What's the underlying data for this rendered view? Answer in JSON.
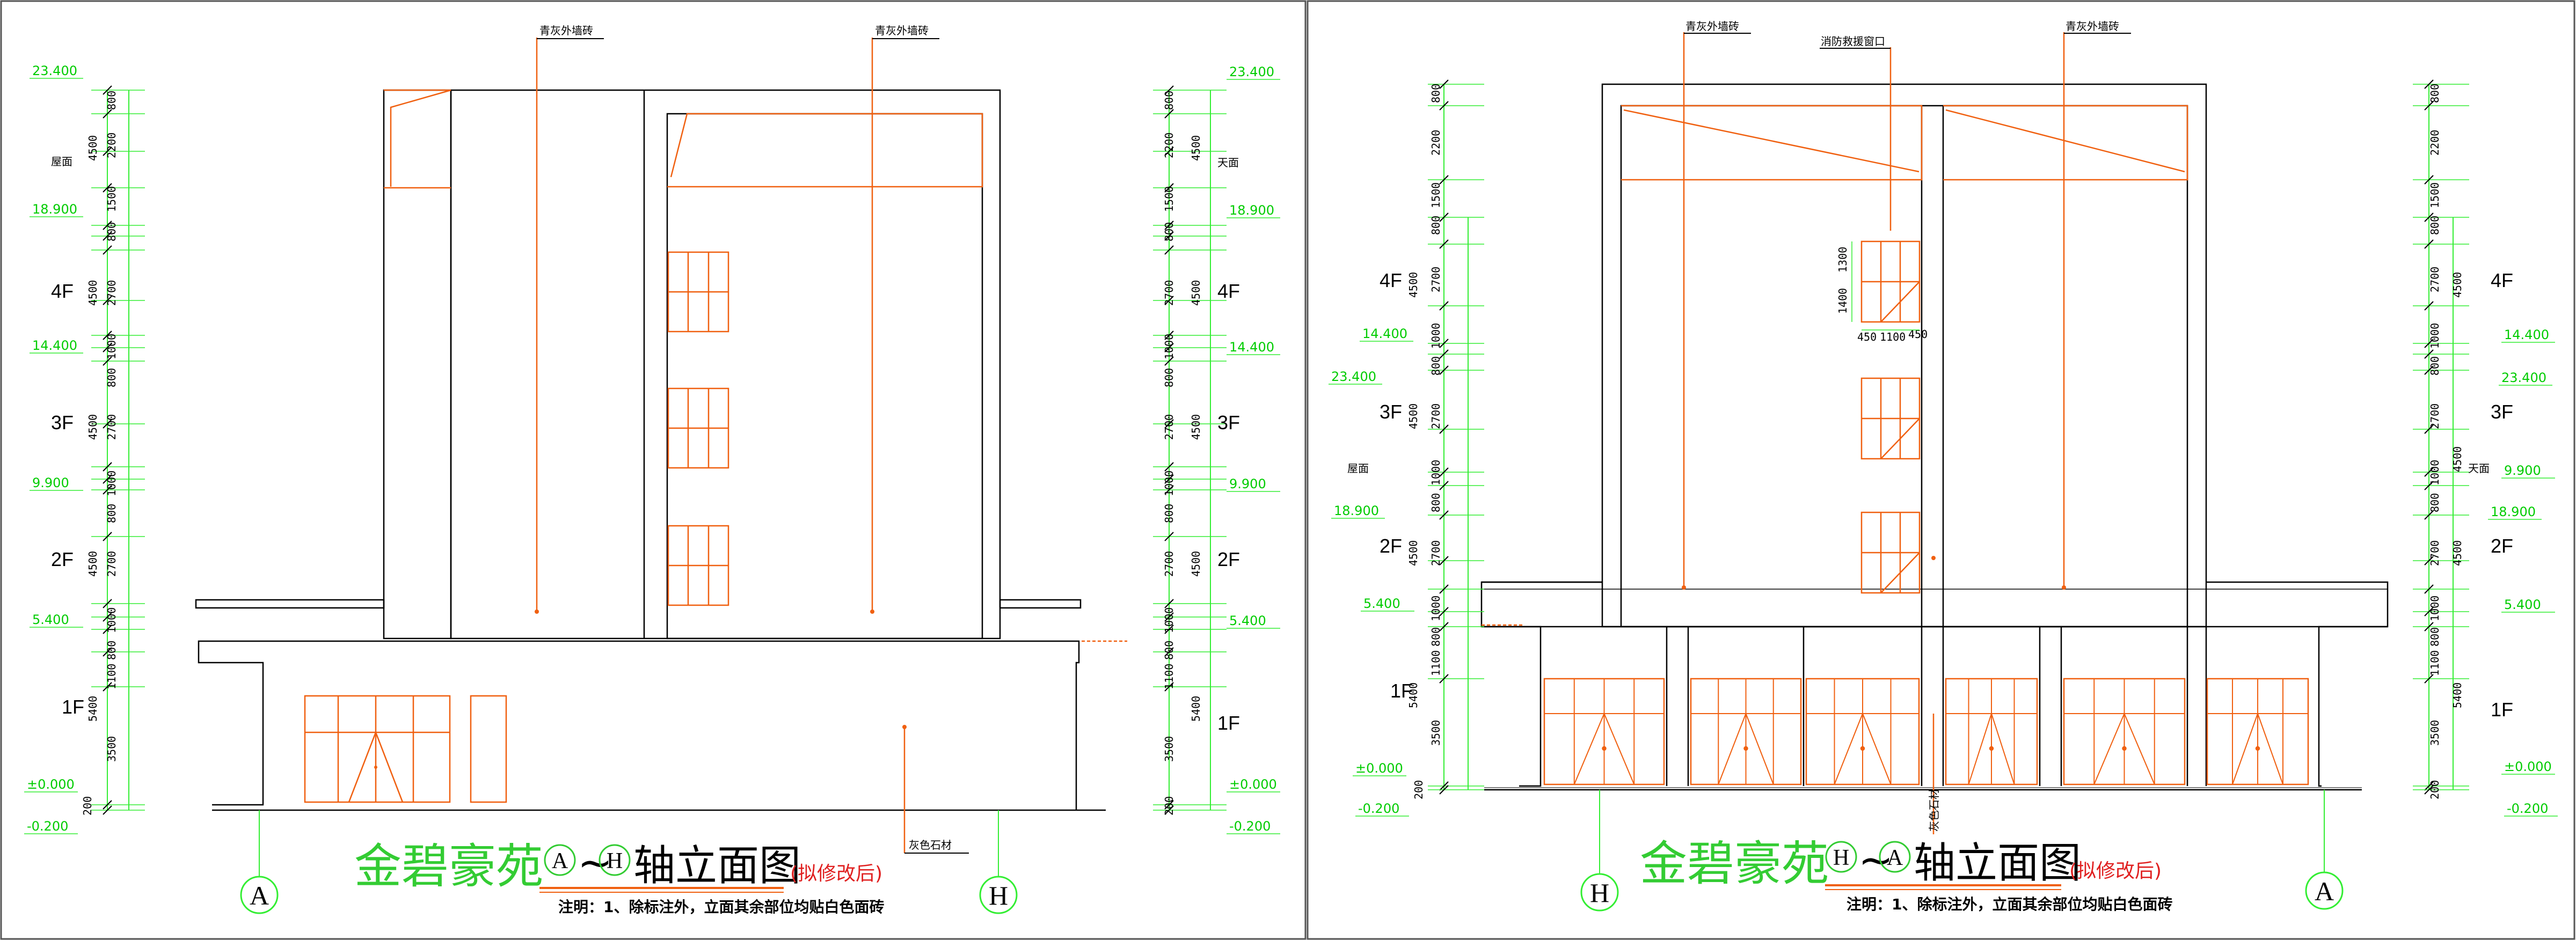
{
  "left": {
    "title_name": "金碧豪苑",
    "title_axis_start": "A",
    "title_tilde": "~",
    "title_axis_end": "H",
    "title_suffix": "轴立面图",
    "title_note": "(拟修改后)",
    "caption": "注明：1、除标注外，立面其余部位均贴白色面砖",
    "axis_left": "A",
    "axis_right": "H",
    "label_top_1": "青灰外墙砖",
    "label_top_2": "青灰外墙砖",
    "label_stone": "灰色石材",
    "left_dims": [
      "800",
      "2200",
      "4500",
      "1500",
      "800",
      "2700",
      "4500",
      "1000",
      "800",
      "2700",
      "4500",
      "1000",
      "800",
      "2700",
      "4500",
      "1000",
      "800",
      "1100",
      "5400",
      "3500",
      "200"
    ],
    "left_levels": [
      "23.400",
      "18.900",
      "14.400",
      "9.900",
      "5.400",
      "±0.000",
      "-0.200"
    ],
    "left_floors": [
      "屋面",
      "4F",
      "3F",
      "2F",
      "1F"
    ],
    "right_dims": [
      "800",
      "2200",
      "4500",
      "1500",
      "800",
      "2700",
      "4500",
      "1000",
      "800",
      "2700",
      "4500",
      "1000",
      "800",
      "2700",
      "4500",
      "1000",
      "800",
      "1100",
      "5400",
      "3500",
      "200"
    ],
    "right_levels": [
      "23.400",
      "18.900",
      "14.400",
      "9.900",
      "5.400",
      "±0.000",
      "-0.200"
    ],
    "right_floors": [
      "天面",
      "4F",
      "3F",
      "2F",
      "1F"
    ]
  },
  "right": {
    "title_name": "金碧豪苑",
    "title_axis_start": "H",
    "title_tilde": "~",
    "title_axis_end": "A",
    "title_suffix": "轴立面图",
    "title_note": "(拟修改后)",
    "caption": "注明：1、除标注外，立面其余部位均贴白色面砖",
    "axis_left": "H",
    "axis_right": "A",
    "label_top_1": "青灰外墙砖",
    "label_top_2": "消防救援窗口",
    "label_top_3": "青灰外墙砖",
    "label_stone": "灰色石材",
    "window_dims": [
      "1300",
      "1400",
      "450",
      "1100",
      "450"
    ],
    "left_dims": [
      "800",
      "2200",
      "1500",
      "800",
      "2700",
      "4500",
      "1000",
      "800",
      "2700",
      "4500",
      "1000",
      "800",
      "2700",
      "4500",
      "1000",
      "800",
      "1100",
      "5400",
      "3500",
      "200"
    ],
    "left_levels": [
      "14.400",
      "23.400",
      "18.900",
      "5.400",
      "±0.000",
      "-0.200"
    ],
    "left_floors": [
      "4F",
      "3F",
      "屋面",
      "2F",
      "1F"
    ],
    "right_dims": [
      "800",
      "2200",
      "1500",
      "800",
      "2700",
      "4500",
      "1000",
      "800",
      "2700",
      "4500",
      "1000",
      "800",
      "2700",
      "4500",
      "1000",
      "800",
      "1100",
      "5400",
      "3500",
      "200"
    ],
    "right_levels": [
      "14.400",
      "23.400",
      "9.900",
      "18.900",
      "5.400",
      "±0.000",
      "-0.200"
    ],
    "right_floors": [
      "4F",
      "3F",
      "天面",
      "2F",
      "1F"
    ]
  },
  "colors": {
    "green": "#33ee33",
    "orange": "#f06010",
    "title_green": "#33cc33",
    "note_red": "#e02020"
  }
}
